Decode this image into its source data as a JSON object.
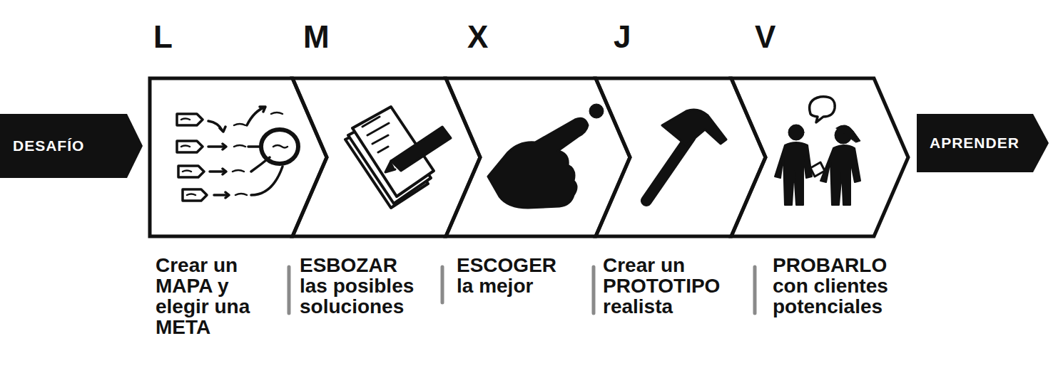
{
  "diagram": {
    "nodes": [
      {
        "text": [
          "DESAFÍO"
        ]
      },
      {
        "text": [
          "L",
          "Crear un MAPA y elegir una META"
        ]
      },
      {
        "text": [
          "M",
          "ESBOZAR las posibles soluciones"
        ]
      },
      {
        "text": [
          "X",
          "ESCOGER la mejor"
        ]
      },
      {
        "text": [
          "J",
          "Crear un PROTOTIPO realista"
        ]
      },
      {
        "text": [
          "V",
          "PROBARLO con clientes potenciales"
        ]
      },
      {
        "text": [
          "APRENDER"
        ]
      }
    ]
  }
}
